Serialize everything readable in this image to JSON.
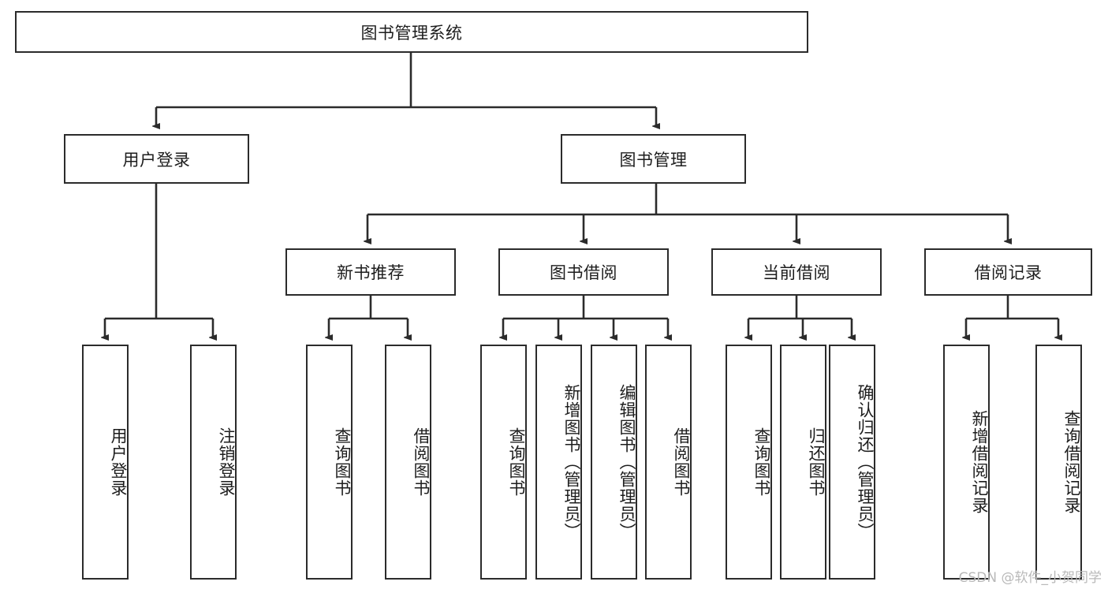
{
  "diagram": {
    "title": "图书管理系统",
    "type": "tree-hierarchy",
    "watermark": "CSDN @软件_小贺同学",
    "colors": {
      "box_border": "#2b2b2b",
      "box_fill": "#ffffff",
      "edge": "#2b2b2b",
      "text": "#1d1d1d",
      "watermark": "#b9b9b9"
    },
    "root": {
      "label": "图书管理系统"
    },
    "level2": [
      {
        "label": "用户登录"
      },
      {
        "label": "图书管理"
      }
    ],
    "level3": [
      {
        "label": "新书推荐"
      },
      {
        "label": "图书借阅"
      },
      {
        "label": "当前借阅"
      },
      {
        "label": "借阅记录"
      }
    ],
    "leaves": {
      "user_login": [
        {
          "label": "用户登录"
        },
        {
          "label": "注销登录"
        }
      ],
      "new_book_recommend": [
        {
          "label": "查询图书"
        },
        {
          "label": "借阅图书"
        }
      ],
      "book_borrow": [
        {
          "label": "查询图书"
        },
        {
          "label": "新增图书（管理员）"
        },
        {
          "label": "编辑图书（管理员）"
        },
        {
          "label": "借阅图书"
        }
      ],
      "current_borrow": [
        {
          "label": "查询图书"
        },
        {
          "label": "归还图书"
        },
        {
          "label": "确认归还（管理员）"
        }
      ],
      "borrow_record": [
        {
          "label": "新增借阅记录"
        },
        {
          "label": "查询借阅记录"
        }
      ]
    }
  }
}
